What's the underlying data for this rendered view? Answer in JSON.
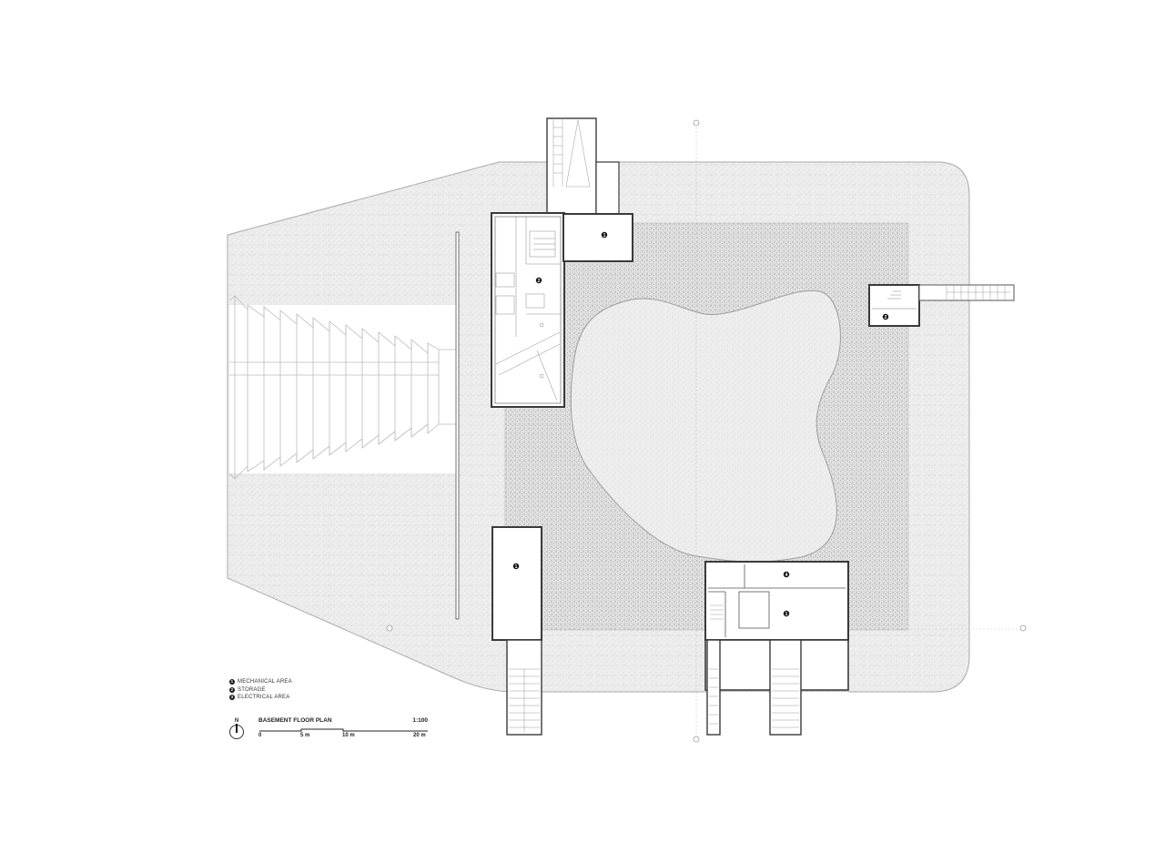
{
  "drawing": {
    "title": "BASEMENT FLOOR PLAN",
    "scale_ratio": "1:100",
    "north_label": "N"
  },
  "legend": {
    "items": [
      {
        "num": "1",
        "label": "MECHANICAL AREA"
      },
      {
        "num": "2",
        "label": "STORAGE"
      },
      {
        "num": "3",
        "label": "ELECTRICAL AREA"
      }
    ]
  },
  "scale_bar": {
    "ticks": [
      "0",
      "5 m",
      "10 m",
      "20 m"
    ]
  },
  "rooms": [
    {
      "id": "north-mechanical",
      "marker": "1"
    },
    {
      "id": "west-storage",
      "marker": "2"
    },
    {
      "id": "east-storage",
      "marker": "2"
    },
    {
      "id": "southwest-mechanical",
      "marker": "1"
    },
    {
      "id": "south-upper-room",
      "marker": "4"
    },
    {
      "id": "south-mechanical",
      "marker": "1"
    }
  ],
  "colors": {
    "ground_fill": "#ececec",
    "gravel_fill": "#d9d9d9",
    "wall_stroke": "#3a3a3a",
    "light_line": "#b5b5b5"
  }
}
